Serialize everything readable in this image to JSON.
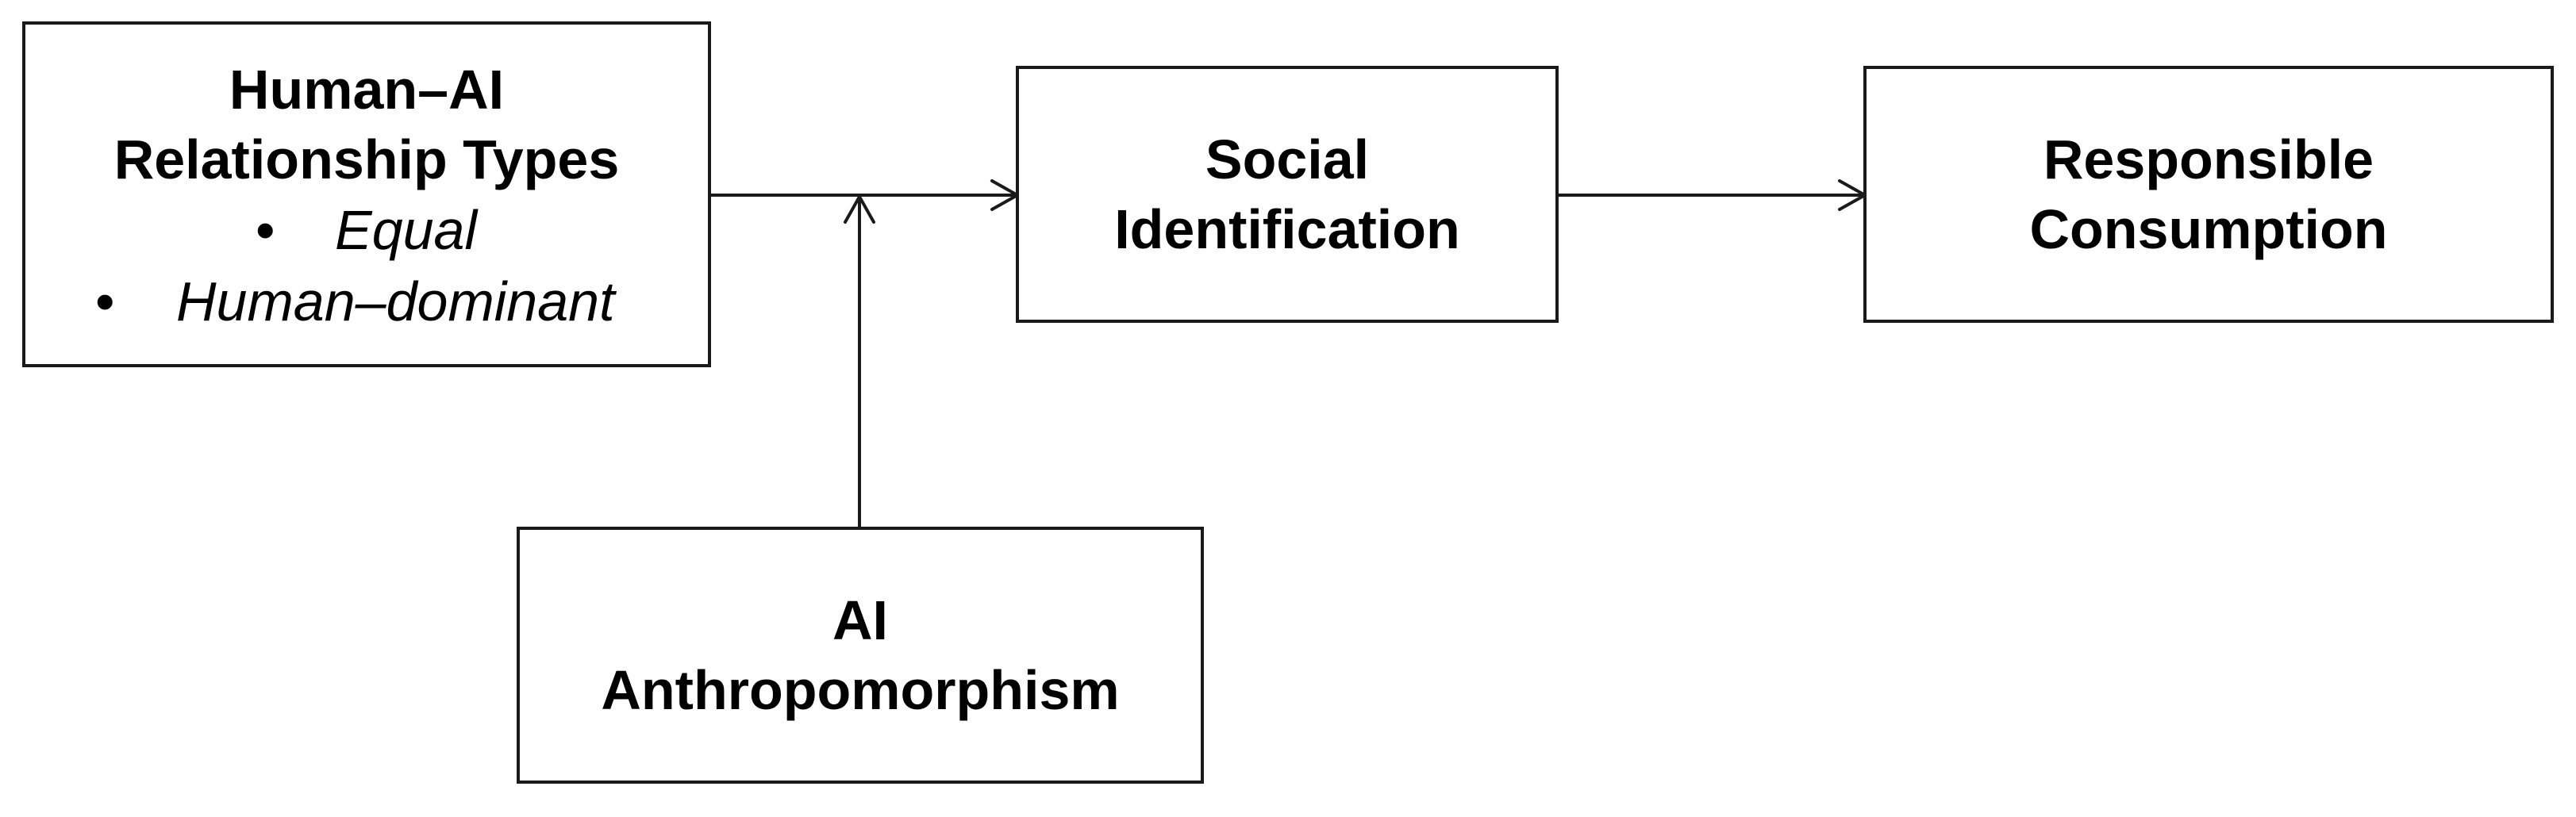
{
  "diagram": {
    "nodes": {
      "relationship_types": {
        "title": "Human–AI\nRelationship Types",
        "bullets": [
          "Equal",
          "Human–dominant"
        ],
        "bullet_symbol": "•"
      },
      "social_identification": {
        "title": "Social\nIdentification"
      },
      "responsible_consumption": {
        "title": "Responsible\nConsumption"
      },
      "ai_anthropomorphism": {
        "title": "AI\nAnthropomorphism"
      }
    },
    "edges": [
      {
        "from": "relationship_types",
        "to": "social_identification",
        "type": "arrow"
      },
      {
        "from": "social_identification",
        "to": "responsible_consumption",
        "type": "arrow"
      },
      {
        "from": "ai_anthropomorphism",
        "to": "relationship_types→social_identification",
        "type": "moderator-arrow"
      }
    ],
    "colors": {
      "line": "#1a1a1a",
      "text": "#000000",
      "background": "#ffffff"
    }
  }
}
